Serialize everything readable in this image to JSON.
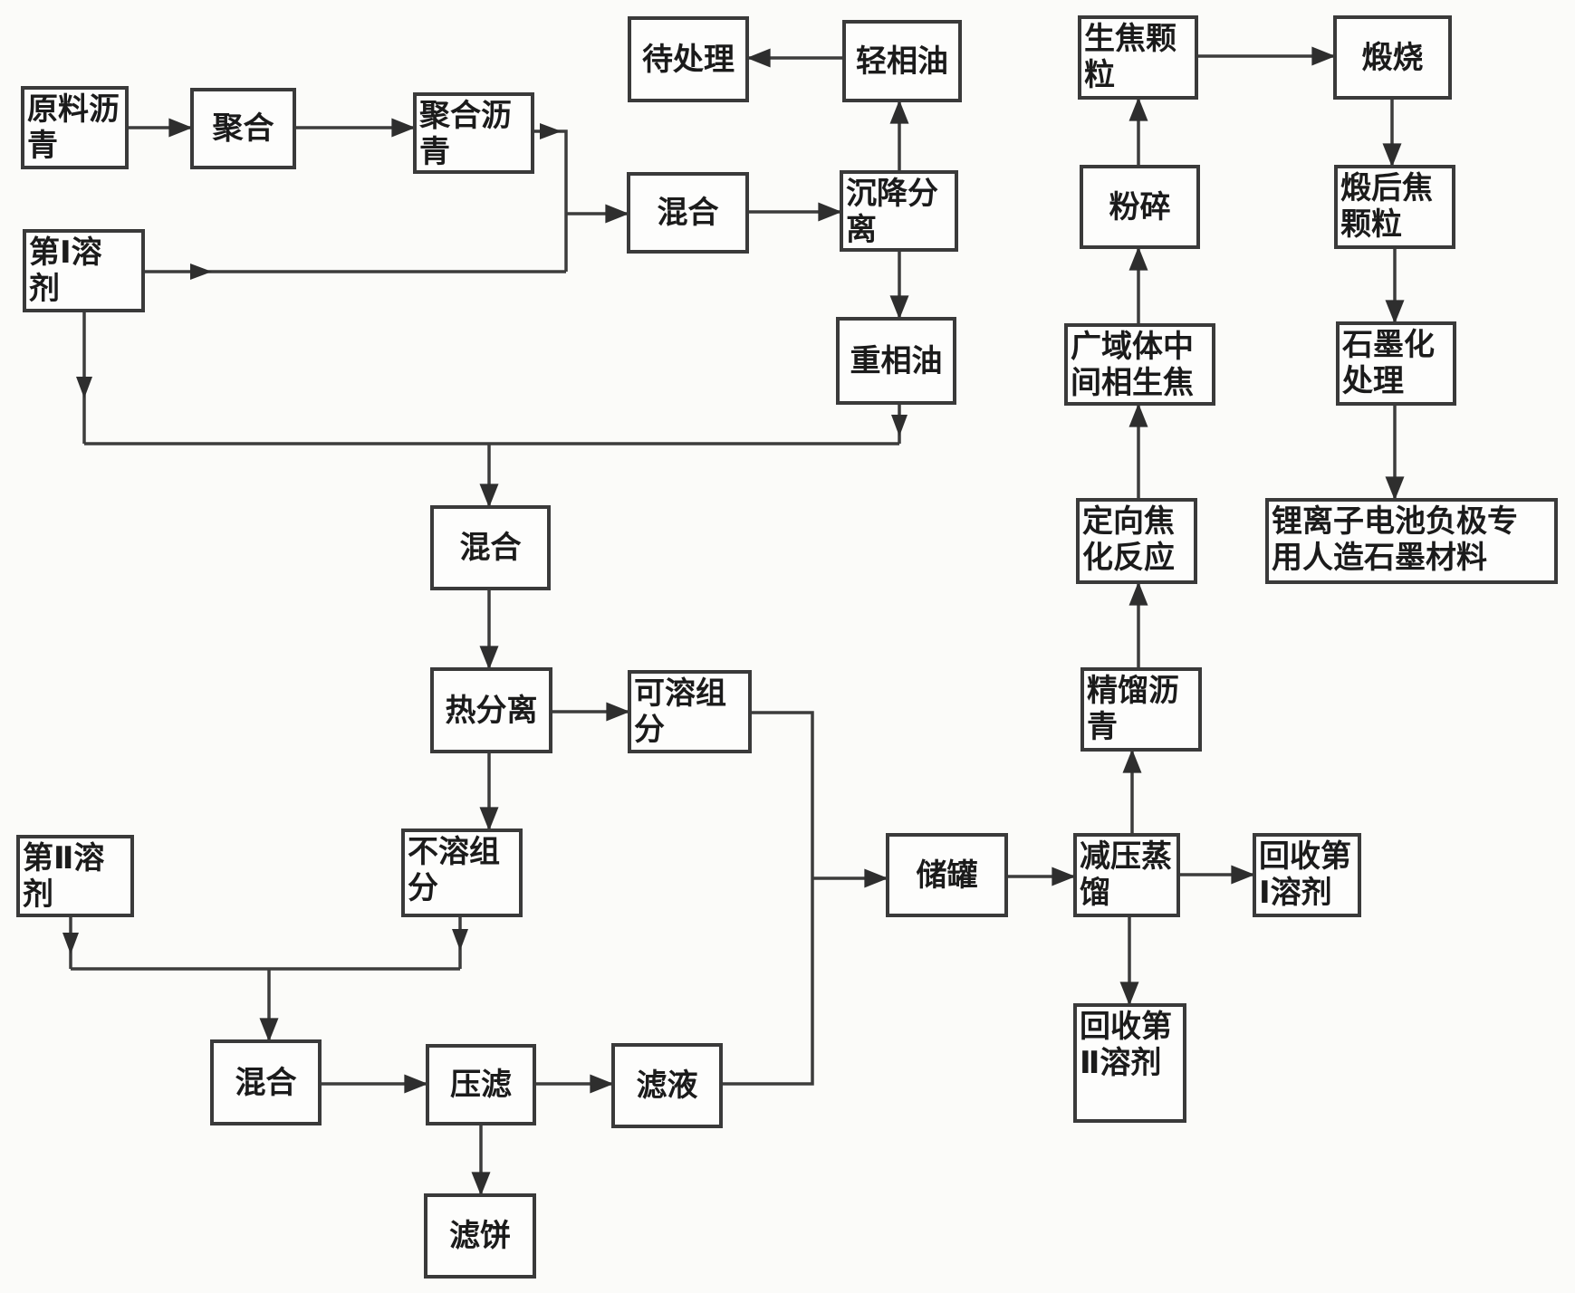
{
  "figure": {
    "type": "flowchart",
    "background": "#fbfbf9",
    "line_color": "#3c3c3c",
    "box_border_color": "#3a3a3a",
    "text_color": "#1b1b1b"
  },
  "nodes": {
    "raw_material_pitch": {
      "label": "原料沥\n青"
    },
    "polymerization": {
      "label": "聚合"
    },
    "polymerized_pitch": {
      "label": "聚合沥\n青"
    },
    "solvent_1": {
      "label": "第Ⅰ溶\n剂"
    },
    "to_be_treated": {
      "label": "待处理"
    },
    "light_phase_oil": {
      "label": "轻相油"
    },
    "mixing_1": {
      "label": "混合"
    },
    "settling_separation": {
      "label": "沉降分\n离"
    },
    "heavy_phase_oil": {
      "label": "重相油"
    },
    "mixing_2": {
      "label": "混合"
    },
    "thermal_separation": {
      "label": "热分离"
    },
    "soluble_fraction": {
      "label": "可溶组\n分"
    },
    "insoluble_fraction": {
      "label": "不溶组\n分"
    },
    "solvent_2": {
      "label": "第Ⅱ溶\n剂"
    },
    "mixing_3": {
      "label": "混合"
    },
    "press_filtration": {
      "label": "压滤"
    },
    "filtrate": {
      "label": "滤液"
    },
    "filter_cake": {
      "label": "滤饼"
    },
    "storage_tank": {
      "label": "储罐"
    },
    "vacuum_distillation": {
      "label": "减压蒸\n馏"
    },
    "recovered_solvent_1": {
      "label": "回收第\nⅠ溶剂"
    },
    "recovered_solvent_2": {
      "label": "回收第\nⅡ溶剂"
    },
    "refined_pitch": {
      "label": "精馏沥\n青"
    },
    "directed_coking_reaction": {
      "label": "定向焦\n化反应"
    },
    "wide_region_mesophase_green_coke": {
      "label": "广域体中\n间相生焦"
    },
    "crushing": {
      "label": "粉碎"
    },
    "green_coke_particles": {
      "label": "生焦颗\n粒"
    },
    "calcination": {
      "label": "煅烧"
    },
    "calcined_coke_particles": {
      "label": "煅后焦\n颗粒"
    },
    "graphitization_treatment": {
      "label": "石墨化\n处理"
    },
    "final_product": {
      "label": "锂离子电池负极专\n用人造石墨材料"
    }
  },
  "edges": [
    {
      "from": "raw_material_pitch",
      "to": "polymerization"
    },
    {
      "from": "polymerization",
      "to": "polymerized_pitch"
    },
    {
      "from": "polymerized_pitch",
      "to": "mixing_1"
    },
    {
      "from": "solvent_1",
      "to": "mixing_1"
    },
    {
      "from": "mixing_1",
      "to": "settling_separation"
    },
    {
      "from": "settling_separation",
      "to": "light_phase_oil"
    },
    {
      "from": "light_phase_oil",
      "to": "to_be_treated"
    },
    {
      "from": "settling_separation",
      "to": "heavy_phase_oil"
    },
    {
      "from": "heavy_phase_oil",
      "to": "mixing_2"
    },
    {
      "from": "solvent_1",
      "to": "mixing_2"
    },
    {
      "from": "mixing_2",
      "to": "thermal_separation"
    },
    {
      "from": "thermal_separation",
      "to": "soluble_fraction"
    },
    {
      "from": "thermal_separation",
      "to": "insoluble_fraction"
    },
    {
      "from": "insoluble_fraction",
      "to": "mixing_3"
    },
    {
      "from": "solvent_2",
      "to": "mixing_3"
    },
    {
      "from": "mixing_3",
      "to": "press_filtration"
    },
    {
      "from": "press_filtration",
      "to": "filtrate"
    },
    {
      "from": "press_filtration",
      "to": "filter_cake"
    },
    {
      "from": "soluble_fraction",
      "to": "storage_tank"
    },
    {
      "from": "filtrate",
      "to": "storage_tank"
    },
    {
      "from": "storage_tank",
      "to": "vacuum_distillation"
    },
    {
      "from": "vacuum_distillation",
      "to": "recovered_solvent_1"
    },
    {
      "from": "vacuum_distillation",
      "to": "recovered_solvent_2"
    },
    {
      "from": "vacuum_distillation",
      "to": "refined_pitch"
    },
    {
      "from": "refined_pitch",
      "to": "directed_coking_reaction"
    },
    {
      "from": "directed_coking_reaction",
      "to": "wide_region_mesophase_green_coke"
    },
    {
      "from": "wide_region_mesophase_green_coke",
      "to": "crushing"
    },
    {
      "from": "crushing",
      "to": "green_coke_particles"
    },
    {
      "from": "green_coke_particles",
      "to": "calcination"
    },
    {
      "from": "calcination",
      "to": "calcined_coke_particles"
    },
    {
      "from": "calcined_coke_particles",
      "to": "graphitization_treatment"
    },
    {
      "from": "graphitization_treatment",
      "to": "final_product"
    }
  ]
}
